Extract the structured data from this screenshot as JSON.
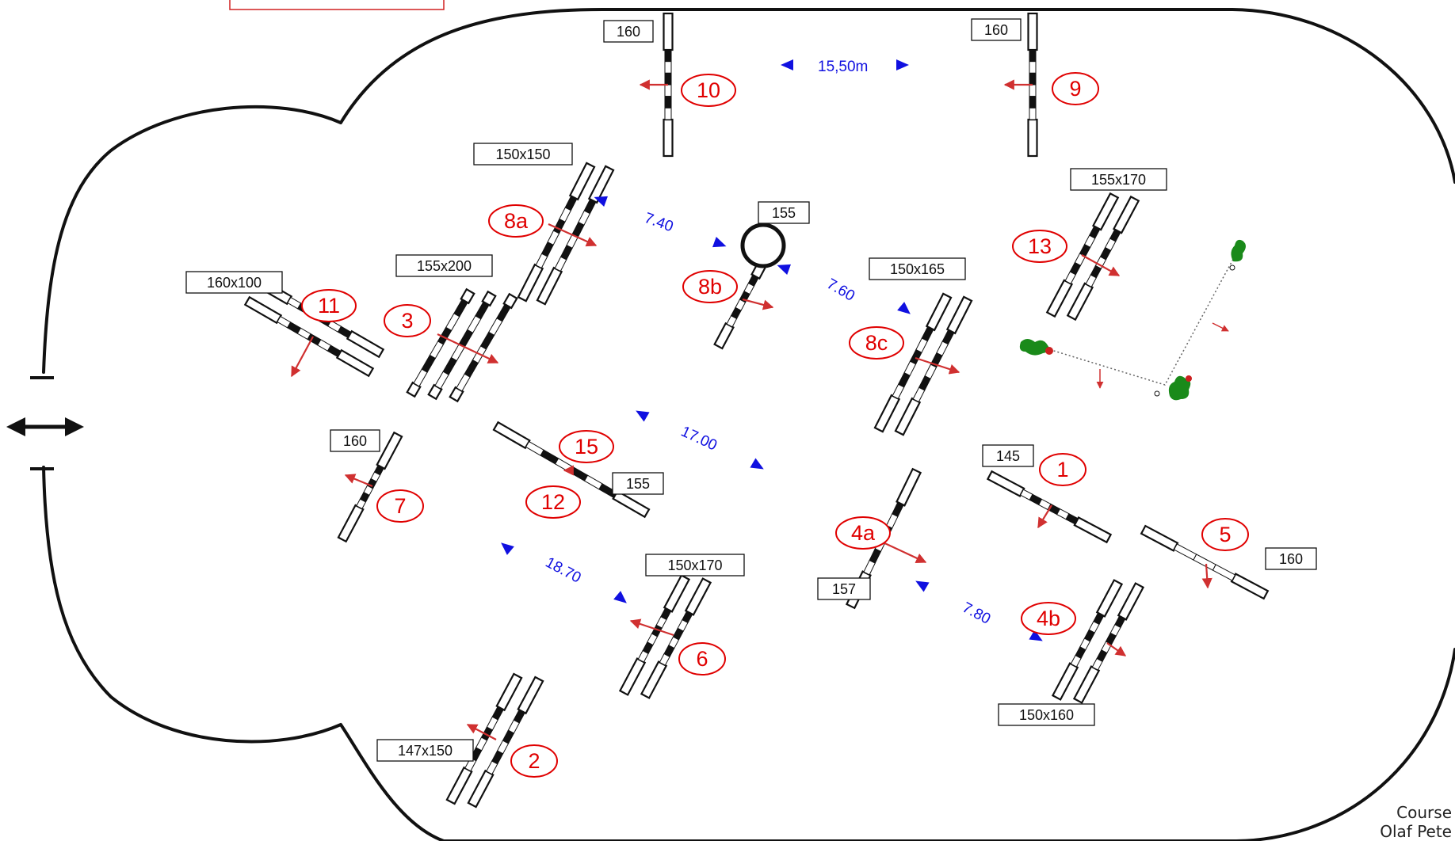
{
  "colors": {
    "outline": "#111111",
    "number": "#e00000",
    "arrow": "#d03030",
    "distance": "#1010e0",
    "bush": "#1a8a1a"
  },
  "obstacles": [
    {
      "id": "1",
      "height": "145"
    },
    {
      "id": "2",
      "height": "147x150"
    },
    {
      "id": "3",
      "height": "155x200"
    },
    {
      "id": "4a",
      "height": "157"
    },
    {
      "id": "4b",
      "height": "150x160"
    },
    {
      "id": "5",
      "height": "160"
    },
    {
      "id": "6",
      "height": "150x170"
    },
    {
      "id": "7",
      "height": "160"
    },
    {
      "id": "8a",
      "height": "150x150"
    },
    {
      "id": "8b",
      "height": "155"
    },
    {
      "id": "8c",
      "height": "150x165"
    },
    {
      "id": "9",
      "height": "160"
    },
    {
      "id": "10",
      "height": "160"
    },
    {
      "id": "11",
      "height": "160x100"
    },
    {
      "id": "12",
      "height": "155"
    },
    {
      "id": "13",
      "height": "155x170"
    },
    {
      "id": "15",
      "height": ""
    }
  ],
  "distances": [
    "15,50m",
    "7.40",
    "7.60",
    "17.00",
    "18.70",
    "7.80"
  ],
  "credit": {
    "line1": "Course",
    "line2": "Olaf Pete"
  },
  "icons": {
    "entrance": "double-arrow-icon",
    "tree": "tree-icon"
  }
}
